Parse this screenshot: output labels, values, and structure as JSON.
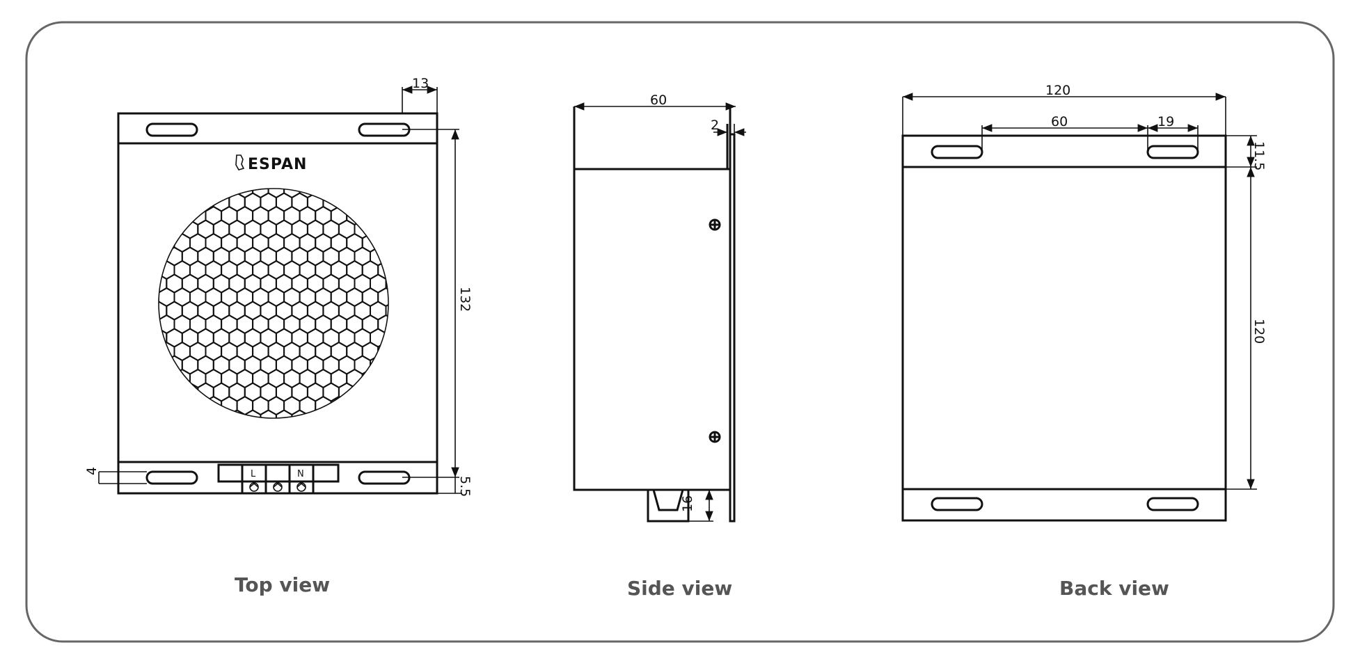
{
  "brand": "ESPAN",
  "views": {
    "top": {
      "caption": "Top view",
      "dims": {
        "tab": "13",
        "height": "132",
        "edge": "5.5",
        "left": "4"
      },
      "terminals": [
        "L",
        "N"
      ]
    },
    "side": {
      "caption": "Side view",
      "dims": {
        "width": "60",
        "thickness": "2",
        "connector": "16"
      }
    },
    "back": {
      "caption": "Back view",
      "dims": {
        "width": "120",
        "spacing": "60",
        "slot": "19",
        "flange": "11.5",
        "height": "120"
      }
    }
  },
  "colors": {
    "frame": "#666666",
    "line": "#111111",
    "caption": "#555555"
  }
}
